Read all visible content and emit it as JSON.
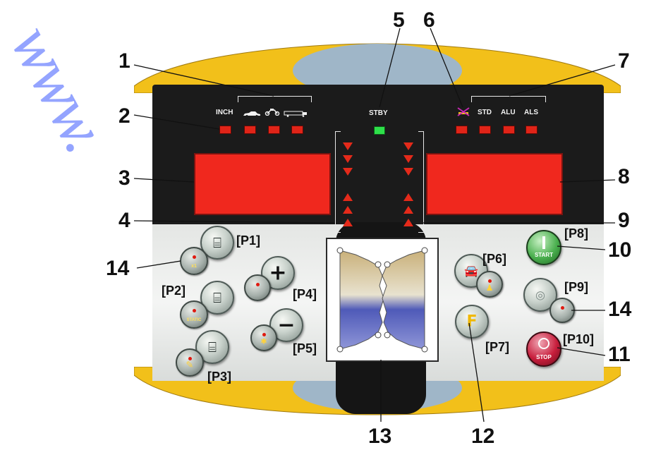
{
  "callouts": {
    "c1": "1",
    "c2": "2",
    "c3": "3",
    "c4": "4",
    "c5": "5",
    "c6": "6",
    "c7": "7",
    "c8": "8",
    "c9": "9",
    "c10": "10",
    "c11": "11",
    "c12": "12",
    "c13": "13",
    "c14_left": "14",
    "c14_right": "14"
  },
  "top_labels": {
    "inch": "INCH",
    "stby": "STBY",
    "std": "STD",
    "alu": "ALU",
    "als": "ALS"
  },
  "buttons": {
    "p1": "[P1]",
    "p2": "[P2]",
    "p3": "[P3]",
    "p4": "[P4]",
    "p5": "[P5]",
    "p6": "[P6]",
    "p7": "[P7]",
    "p8": "[P8]",
    "p9": "[P9]",
    "p10": "[P10]",
    "x1": "x1",
    "static": "STATIC",
    "start": "START",
    "stop": "STOP",
    "plus": "+",
    "minus": "−",
    "f": "F"
  },
  "icons": [
    "car-icon",
    "motorcycle-icon",
    "truck-icon",
    "weight-cross-icon",
    "wrench-icon",
    "wheel-icon",
    "person-icon",
    "calibration-icon"
  ],
  "colors": {
    "panel": "#1b1b1b",
    "led_red": "#e02418",
    "stby_green": "#2ee04a",
    "frame_yellow": "#f2c01a",
    "start_green": "#4bb04f",
    "stop_red": "#c81e3c"
  },
  "watermark": "www."
}
